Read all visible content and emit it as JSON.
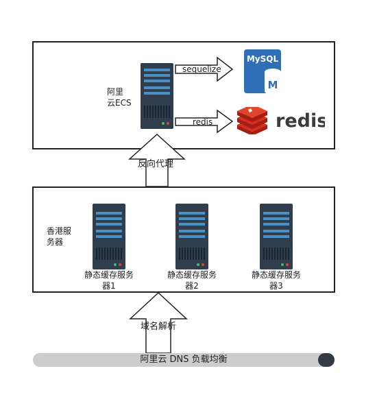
{
  "ecs": {
    "label": "阿里\n云ECS",
    "sequelize_label": "sequelize",
    "redis_arrow_label": "redis",
    "mysql_text": "MySQL",
    "mysql_m": "M",
    "redis_brand": "redis"
  },
  "proxy_label": "反向代理",
  "hk": {
    "label": "香港服\n务器",
    "servers": [
      {
        "label": "静态缓存服务\n器1"
      },
      {
        "label": "静态缓存服务\n器2"
      },
      {
        "label": "静态缓存服务\n器3"
      }
    ]
  },
  "dns_label": "域名解析",
  "load_balancer_label": "阿里云 DNS 负载均衡",
  "colors": {
    "server_body": "#2f3d4c",
    "server_slot": "#4a90c2",
    "mysql_blue": "#2e6fb7",
    "redis_red": "#d82c20",
    "lb_bar": "#cccccc",
    "lb_cap": "#333a44"
  }
}
